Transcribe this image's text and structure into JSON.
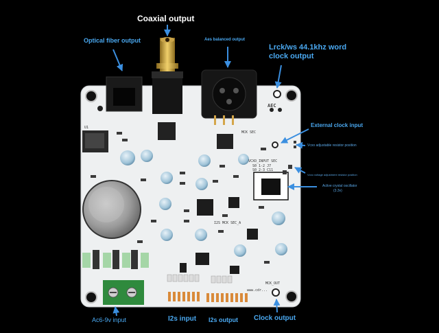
{
  "photo": {
    "subject": "dac-digital-interface-board",
    "colors": {
      "background": "#000000",
      "pcb": "#eef0f1",
      "label": "#4aa8f0",
      "arrow": "#3b8fe0"
    }
  },
  "labels": {
    "coaxial_output": "Coaxial output",
    "optical_fiber_output": "Optical fiber output",
    "aes_balanced_output": "Aes balanced output",
    "lrck_ws_line1": "Lrck/ws 44.1khz word",
    "lrck_ws_line2": "clock output",
    "external_clock_input": "External clock input",
    "vcxo_adjust": "Vcxo adjustable resistor position",
    "vcxo_voltage": "Vcxo voltage adjustment resistor position",
    "active_crystal_line1": "Active crystal oscillator",
    "active_crystal_line2": "(3.3v)",
    "ac_input": "Ac6-9v input",
    "i2s_input": "I2s input",
    "i2s_output": "I2s output",
    "clock_output": "Clock output"
  },
  "silkscreen": {
    "u1": "U1",
    "aec": "AEC",
    "mck_sec": "MCK SEC",
    "vcxo_input_sec": "VCXO_INPUT SEC",
    "s0_12": "S0 1-2 J7",
    "s0_23": "S0 2-3 C11",
    "i2s_mck_sec": "I2S MCK SEC_A",
    "mck_out": "MCK_OUT",
    "website": "www.cdr..."
  }
}
